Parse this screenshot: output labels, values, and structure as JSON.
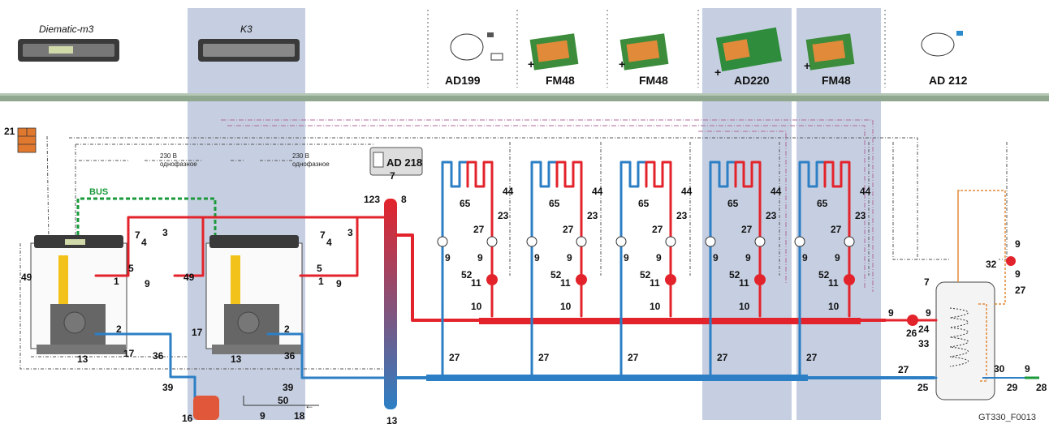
{
  "controllers": {
    "diematic": "Diematic-m3",
    "k3": "K3"
  },
  "modules": [
    "AD199",
    "FM48",
    "FM48",
    "AD220",
    "FM48",
    "AD 212"
  ],
  "module_plus": "+",
  "sensor_box": "AD 218",
  "bus_label": "BUS",
  "supply": {
    "voltage": "230 B",
    "phase": "однофазное"
  },
  "component_numbers": {
    "boiler1": [
      "21",
      "49",
      "7",
      "4",
      "3",
      "5",
      "1",
      "9",
      "2",
      "17",
      "13",
      "36",
      "39",
      "16"
    ],
    "boiler2": [
      "49",
      "7",
      "4",
      "3",
      "5",
      "1",
      "9",
      "17",
      "2",
      "13",
      "36",
      "39"
    ],
    "feed": [
      "9",
      "50",
      "18"
    ],
    "header": [
      "123",
      "7",
      "8",
      "13"
    ],
    "circuit": [
      "65",
      "44",
      "23",
      "27",
      "9",
      "9",
      "52",
      "11",
      "10",
      "27"
    ],
    "dhw": [
      "9",
      "32",
      "9",
      "27",
      "7",
      "9",
      "26",
      "9",
      "24",
      "33",
      "27",
      "25",
      "30",
      "9",
      "29",
      "28"
    ]
  },
  "drawing_code": "GT330_F0013",
  "colors": {
    "flow": "#e3232b",
    "return": "#2c7fc5",
    "highlight": "#c6cfe1",
    "bus": "#1a9a3a",
    "bar": "#8fa88f"
  },
  "icons": [
    "boiler",
    "controller-panel",
    "circulation-pump",
    "three-way-valve",
    "pressure-gauge",
    "check-valve",
    "shutoff-valve",
    "expansion-vessel",
    "sensor-cable",
    "pcb-module",
    "hot-water-tank",
    "outdoor-sensor"
  ]
}
